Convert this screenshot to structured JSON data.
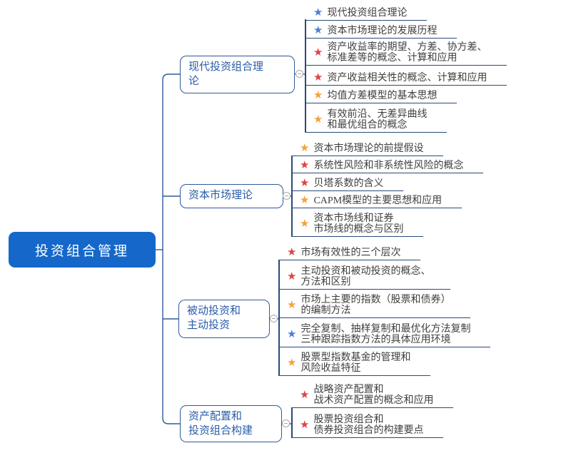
{
  "root": {
    "label": "投资组合管理"
  },
  "branches": [
    {
      "label": "现代投资组合理论",
      "label_lines": [
        "现代投资组合理",
        "论"
      ],
      "leaves": [
        {
          "star": "blue",
          "star_color": "#4a7fd6",
          "lines": [
            "现代投资组合理论"
          ]
        },
        {
          "star": "blue",
          "star_color": "#4a7fd6",
          "lines": [
            "资本市场理论的发展历程"
          ]
        },
        {
          "star": "red",
          "star_color": "#dd4444",
          "lines": [
            "资产收益率的期望、方差、协方差、",
            "标准差等的概念、计算和应用"
          ]
        },
        {
          "star": "red",
          "star_color": "#dd4444",
          "lines": [
            "资产收益相关性的概念、计算和应用"
          ]
        },
        {
          "star": "yellow",
          "star_color": "#f2a33c",
          "lines": [
            "均值方差模型的基本思想"
          ]
        },
        {
          "star": "yellow",
          "star_color": "#f2a33c",
          "lines": [
            "有效前沿、无差异曲线",
            "和最优组合的概念"
          ]
        }
      ]
    },
    {
      "label": "资本市场理论",
      "label_lines": [
        "资本市场理论"
      ],
      "leaves": [
        {
          "star": "yellow",
          "star_color": "#f2a33c",
          "lines": [
            "资本市场理论的前提假设"
          ]
        },
        {
          "star": "red",
          "star_color": "#dd4444",
          "lines": [
            "系统性风险和非系统性风险的概念"
          ]
        },
        {
          "star": "red",
          "star_color": "#dd4444",
          "lines": [
            "贝塔系数的含义"
          ]
        },
        {
          "star": "yellow",
          "star_color": "#f2a33c",
          "lines": [
            "CAPM模型的主要思想和应用"
          ]
        },
        {
          "star": "yellow",
          "star_color": "#f2a33c",
          "lines": [
            "资本市场线和证券",
            "市场线的概念与区别"
          ]
        }
      ]
    },
    {
      "label": "被动投资和主动投资",
      "label_lines": [
        "被动投资和",
        "主动投资"
      ],
      "leaves": [
        {
          "star": "red",
          "star_color": "#dd4444",
          "lines": [
            "市场有效性的三个层次"
          ]
        },
        {
          "star": "red",
          "star_color": "#dd4444",
          "lines": [
            "主动投资和被动投资的概念、",
            "方法和区别"
          ]
        },
        {
          "star": "yellow",
          "star_color": "#f2a33c",
          "lines": [
            "市场上主要的指数（股票和债券）",
            "的编制方法"
          ]
        },
        {
          "star": "blue",
          "star_color": "#4a7fd6",
          "lines": [
            "完全复制、抽样复制和最优化方法复制",
            "三种跟踪指数方法的具体应用环境"
          ]
        },
        {
          "star": "yellow",
          "star_color": "#f2a33c",
          "lines": [
            "股票型指数基金的管理和",
            "风险收益特征"
          ]
        }
      ]
    },
    {
      "label": "资产配置和投资组合构建",
      "label_lines": [
        "资产配置和",
        "投资组合构建"
      ],
      "leaves": [
        {
          "star": "red",
          "star_color": "#dd4444",
          "lines": [
            "战略资产配置和",
            "战术资产配置的概念和应用"
          ]
        },
        {
          "star": "red",
          "star_color": "#dd4444",
          "lines": [
            "股票投资组合和",
            "债券投资组合的构建要点"
          ]
        }
      ]
    }
  ],
  "icons": {
    "star": "★",
    "collapse": "minus"
  },
  "palette": {
    "root-fill": "#1568c9",
    "root-text": "#ffffff",
    "branch-border": "#30599a",
    "branch-text": "#2a5ca8",
    "line": "#30599a",
    "spine": "#2a4a78",
    "leaf-text": "#3f3f3f",
    "star-blue": "#4a7fd6",
    "star-red": "#dd4444",
    "star-yellow": "#f2a33c",
    "collapse-border": "#a9a9a9"
  }
}
